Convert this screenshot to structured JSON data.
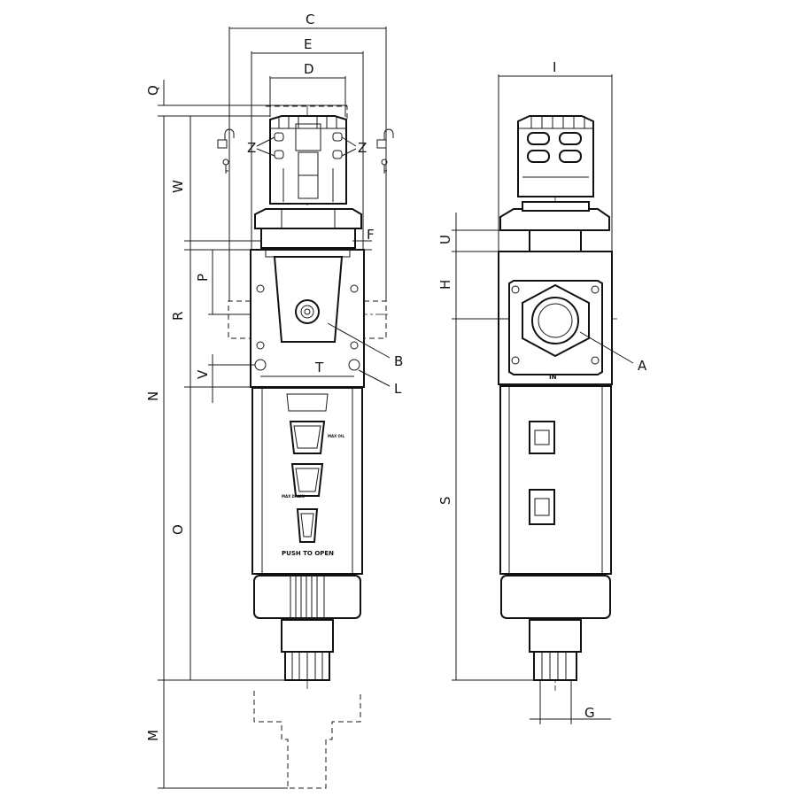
{
  "dimension_labels": {
    "C": "C",
    "E": "E",
    "D": "D",
    "Q": "Q",
    "W": "W",
    "F": "F",
    "P": "P",
    "R": "R",
    "N": "N",
    "V": "V",
    "T": "T",
    "O": "O",
    "M": "M",
    "I": "I",
    "U": "U",
    "H": "H",
    "S": "S",
    "G": "G",
    "Z": "Z"
  },
  "callouts": {
    "B": "B",
    "L": "L",
    "A": "A"
  },
  "body_text": {
    "push_to_open": "PUSH TO OPEN",
    "port": "IN",
    "max_oil": "MAX\nOIL",
    "drain": "MAX\nDRAIN"
  },
  "colors": {
    "line": "#111111",
    "background": "#ffffff"
  },
  "icons": [
    "padlock-open-icon",
    "key-icon"
  ]
}
